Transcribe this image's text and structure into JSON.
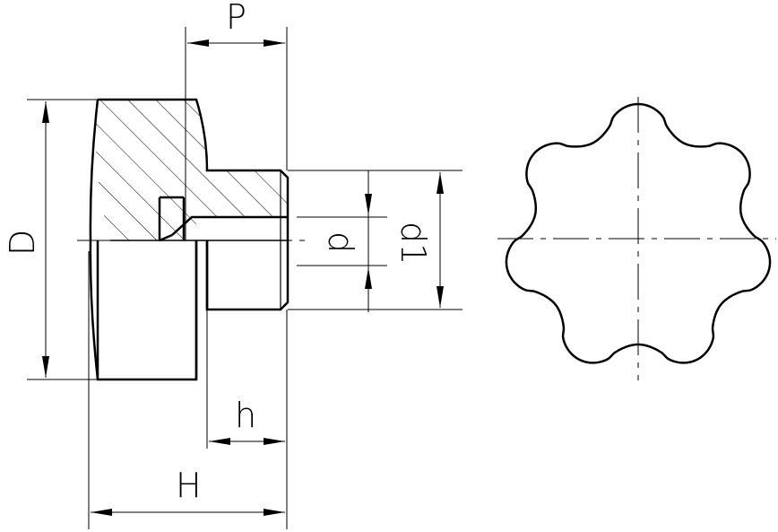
{
  "labels": {
    "P": "P",
    "D": "D",
    "d": "d",
    "d1": "d1",
    "h": "h",
    "H": "H"
  },
  "colors": {
    "line": "#000000",
    "background": "#ffffff"
  }
}
